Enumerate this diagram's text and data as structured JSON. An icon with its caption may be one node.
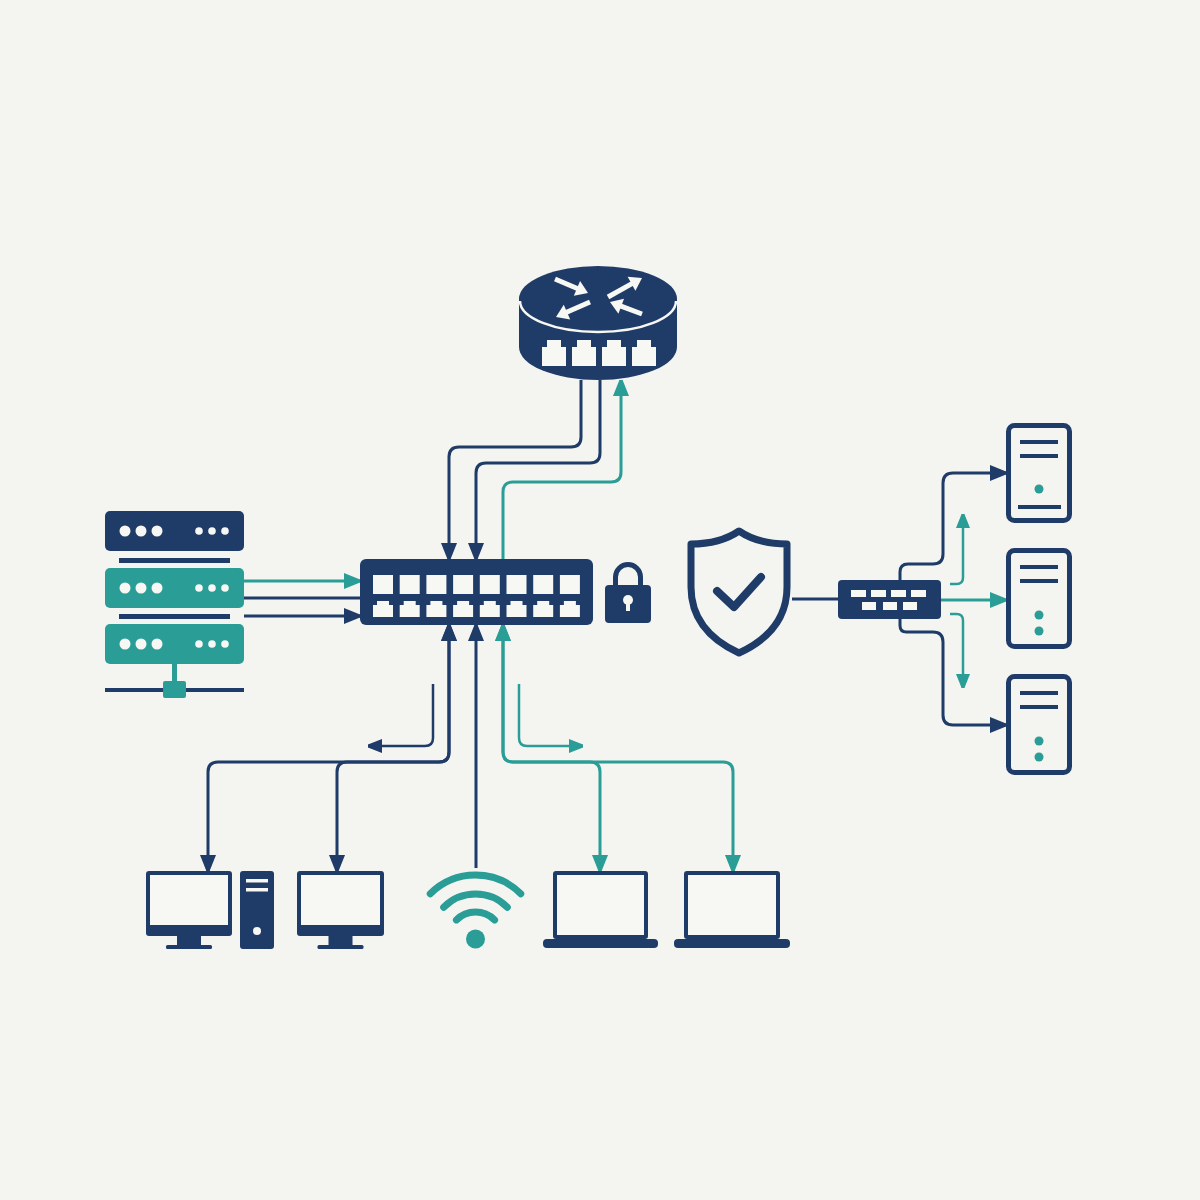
{
  "diagram": {
    "nodes": [
      {
        "text": [],
        "shape": "picture"
      },
      {
        "text": [],
        "shape": "picture"
      },
      {
        "text": [],
        "shape": "picture"
      },
      {
        "text": [],
        "shape": "picture"
      },
      {
        "text": [],
        "shape": "picture"
      },
      {
        "text": [],
        "shape": "picture"
      },
      {
        "text": [],
        "shape": "picture"
      },
      {
        "text": [],
        "shape": "picture"
      },
      {
        "text": [],
        "shape": "picture"
      },
      {
        "text": [],
        "shape": "picture"
      },
      {
        "text": [],
        "shape": "picture"
      },
      {
        "text": [],
        "shape": "picture"
      },
      {
        "text": [],
        "shape": "picture"
      }
    ],
    "edges": [
      {
        "from": 0,
        "to": 2,
        "arrow": "to"
      },
      {
        "from": 0,
        "to": 2,
        "arrow": "to"
      },
      {
        "from": 2,
        "to": 0,
        "arrow": "to",
        "color": "#2a9d96"
      },
      {
        "from": 1,
        "to": 2,
        "arrow": "to",
        "color": "#2a9d96"
      },
      {
        "from": 1,
        "to": 2,
        "arrow": "none"
      },
      {
        "from": 1,
        "to": 2,
        "arrow": "to"
      },
      {
        "from": 2,
        "to": 8,
        "arrow": "both"
      },
      {
        "from": 2,
        "to": 9,
        "arrow": "both"
      },
      {
        "from": 10,
        "to": 2,
        "arrow": "to"
      },
      {
        "from": 2,
        "to": 11,
        "arrow": "both",
        "color": "#2a9d96"
      },
      {
        "from": 2,
        "to": 12,
        "arrow": "both",
        "color": "#2a9d96"
      },
      {
        "from": 3,
        "to": 4,
        "arrow": "none"
      },
      {
        "from": 4,
        "to": 5,
        "arrow": "to"
      },
      {
        "from": 4,
        "to": 6,
        "arrow": "to",
        "color": "#2a9d96"
      },
      {
        "from": 4,
        "to": 7,
        "arrow": "to"
      }
    ]
  }
}
